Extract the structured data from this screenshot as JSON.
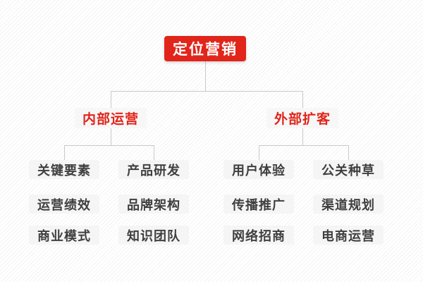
{
  "colors": {
    "accent_red": "#e1251b",
    "connector_gray": "#c9c9c9",
    "leaf_text": "#3f3f3f",
    "node_bg": "#f5f5f5",
    "stripe_bg": "#f4f4f4"
  },
  "tree": {
    "root": {
      "label": "定位营销"
    },
    "branches": [
      {
        "label": "内部运营",
        "items": [
          "关键要素",
          "产品研发",
          "运营绩效",
          "品牌架构",
          "商业模式",
          "知识团队"
        ]
      },
      {
        "label": "外部扩客",
        "items": [
          "用户体验",
          "公关种草",
          "传播推广",
          "渠道规划",
          "网络招商",
          "电商运营"
        ]
      }
    ]
  }
}
